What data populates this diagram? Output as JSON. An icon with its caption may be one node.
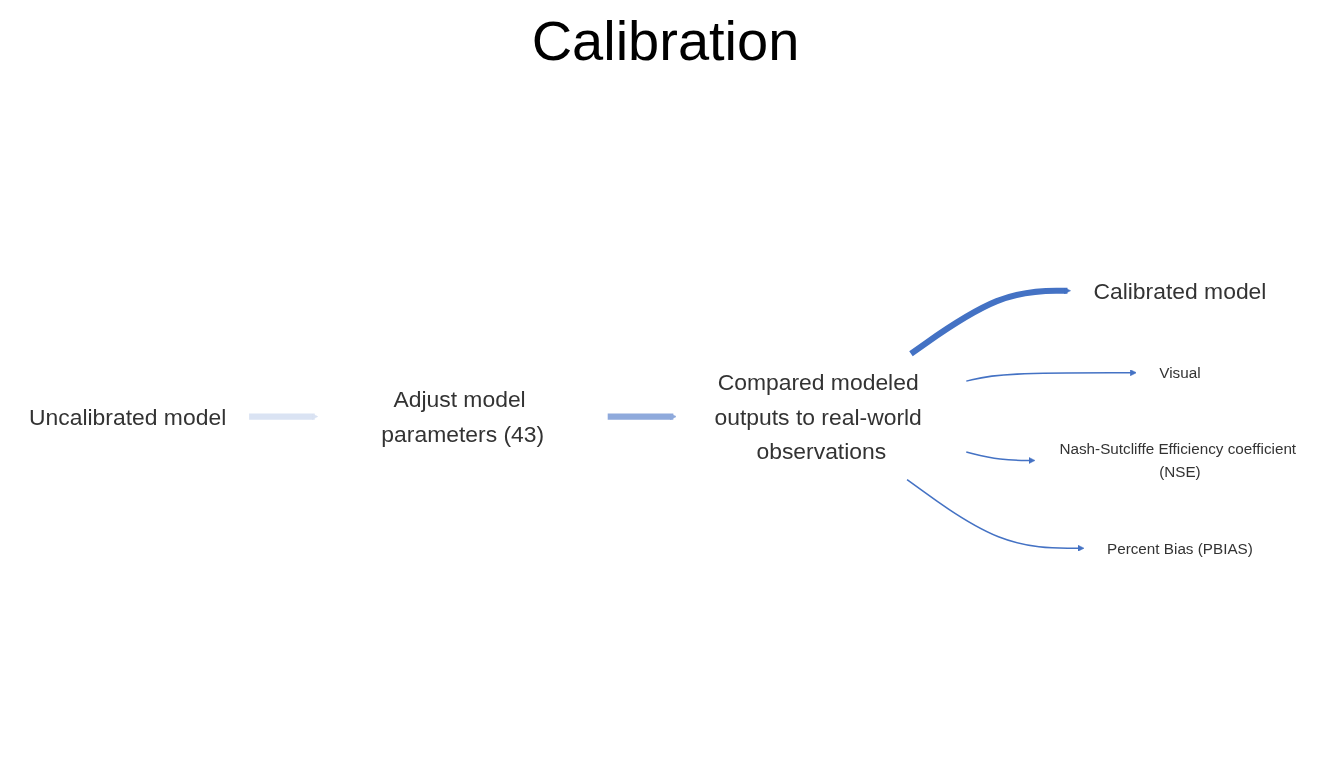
{
  "diagram": {
    "title": "Calibration",
    "nodes": [
      {
        "text": [
          "Uncalibrated model"
        ]
      },
      {
        "text": [
          "Compared modeled outputs to real-world observations"
        ]
      },
      {
        "text": [
          "Adjust model parameters (43)"
        ]
      },
      {
        "text": [
          "Calibrated model"
        ]
      },
      {
        "text": [
          "Visual"
        ]
      },
      {
        "text": [
          "Nash-Sutcliffe Efficiency coefficient (NSE)"
        ]
      },
      {
        "text": [
          "Percent Bias (PBIAS)"
        ]
      }
    ],
    "edges": [
      {
        "from": 0,
        "to": 2,
        "arrow": "to",
        "style": "thick",
        "color": "#dae3f3"
      },
      {
        "from": 2,
        "to": 1,
        "arrow": "to",
        "style": "thick",
        "color": "#8faadc"
      },
      {
        "from": 1,
        "to": 3,
        "arrow": "to",
        "style": "thick",
        "color": "#4472c4"
      },
      {
        "from": 1,
        "to": 4,
        "arrow": "to"
      },
      {
        "from": 1,
        "to": 5,
        "arrow": "to"
      },
      {
        "from": 1,
        "to": 6,
        "arrow": "to"
      }
    ]
  }
}
